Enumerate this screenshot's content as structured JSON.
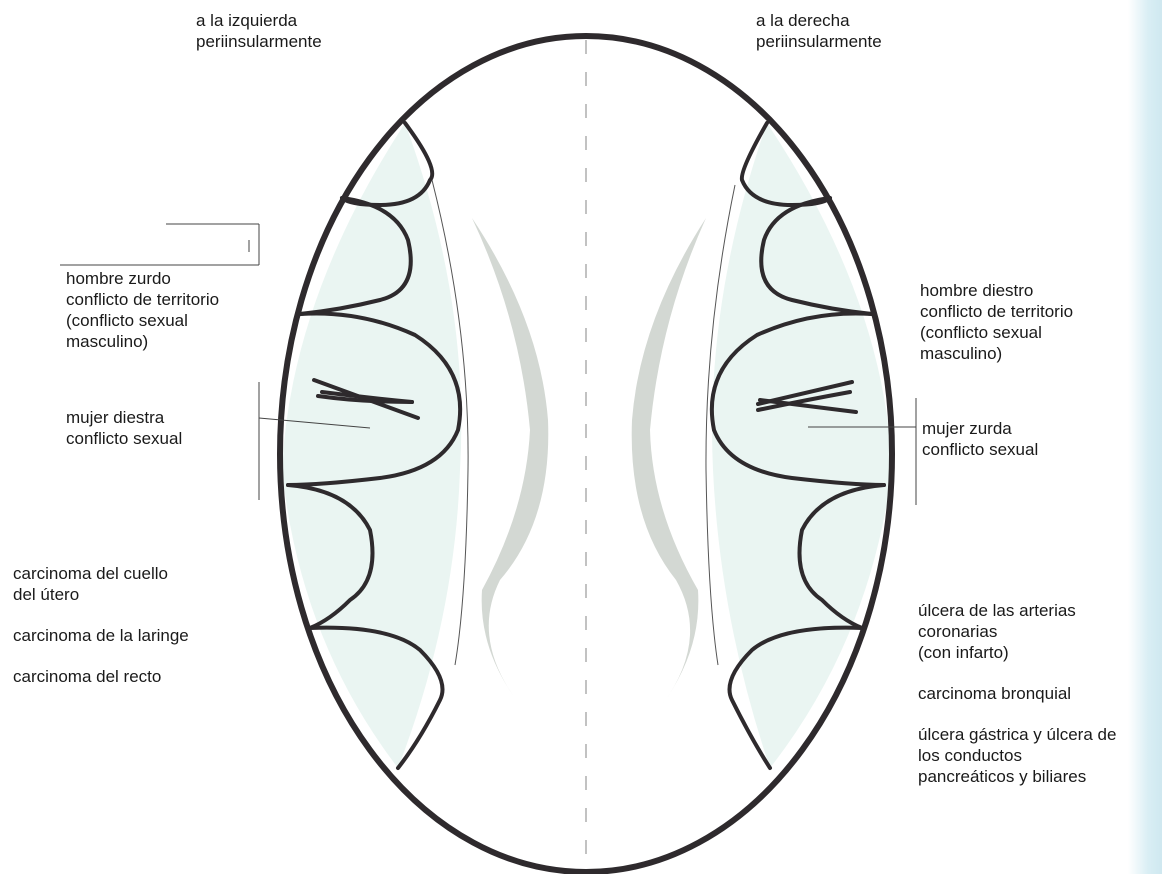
{
  "header": {
    "left": [
      "a la izquierda",
      "periinsularmente"
    ],
    "right": [
      "a la derecha",
      "periinsularmente"
    ]
  },
  "left_labels": {
    "territory": [
      "hombre zurdo",
      "conflicto de territorio",
      "(conflicto sexual",
      "masculino)"
    ],
    "sexual": [
      "mujer diestra",
      "conflicto sexual"
    ],
    "diseases": {
      "item1": [
        "carcinoma del cuello",
        "del útero"
      ],
      "item2": "carcinoma de la laringe",
      "item3": "carcinoma del recto"
    }
  },
  "right_labels": {
    "territory": [
      "hombre diestro",
      "conflicto de territorio",
      "(conflicto sexual",
      "masculino)"
    ],
    "sexual": [
      "mujer zurda",
      "conflicto sexual"
    ],
    "diseases": {
      "item1": [
        "úlcera de las arterias",
        "coronarias",
        "(con infarto)"
      ],
      "item2": "carcinoma bronquial",
      "item3": [
        "úlcera gástrica y úlcera de",
        "los conductos",
        "pancreáticos y biliares"
      ]
    }
  },
  "colors": {
    "outline": "#2e2a2d",
    "region_fill": "#eaf5f2",
    "ventricle": "#d3d8d3",
    "midline": "#9a9a9a"
  }
}
